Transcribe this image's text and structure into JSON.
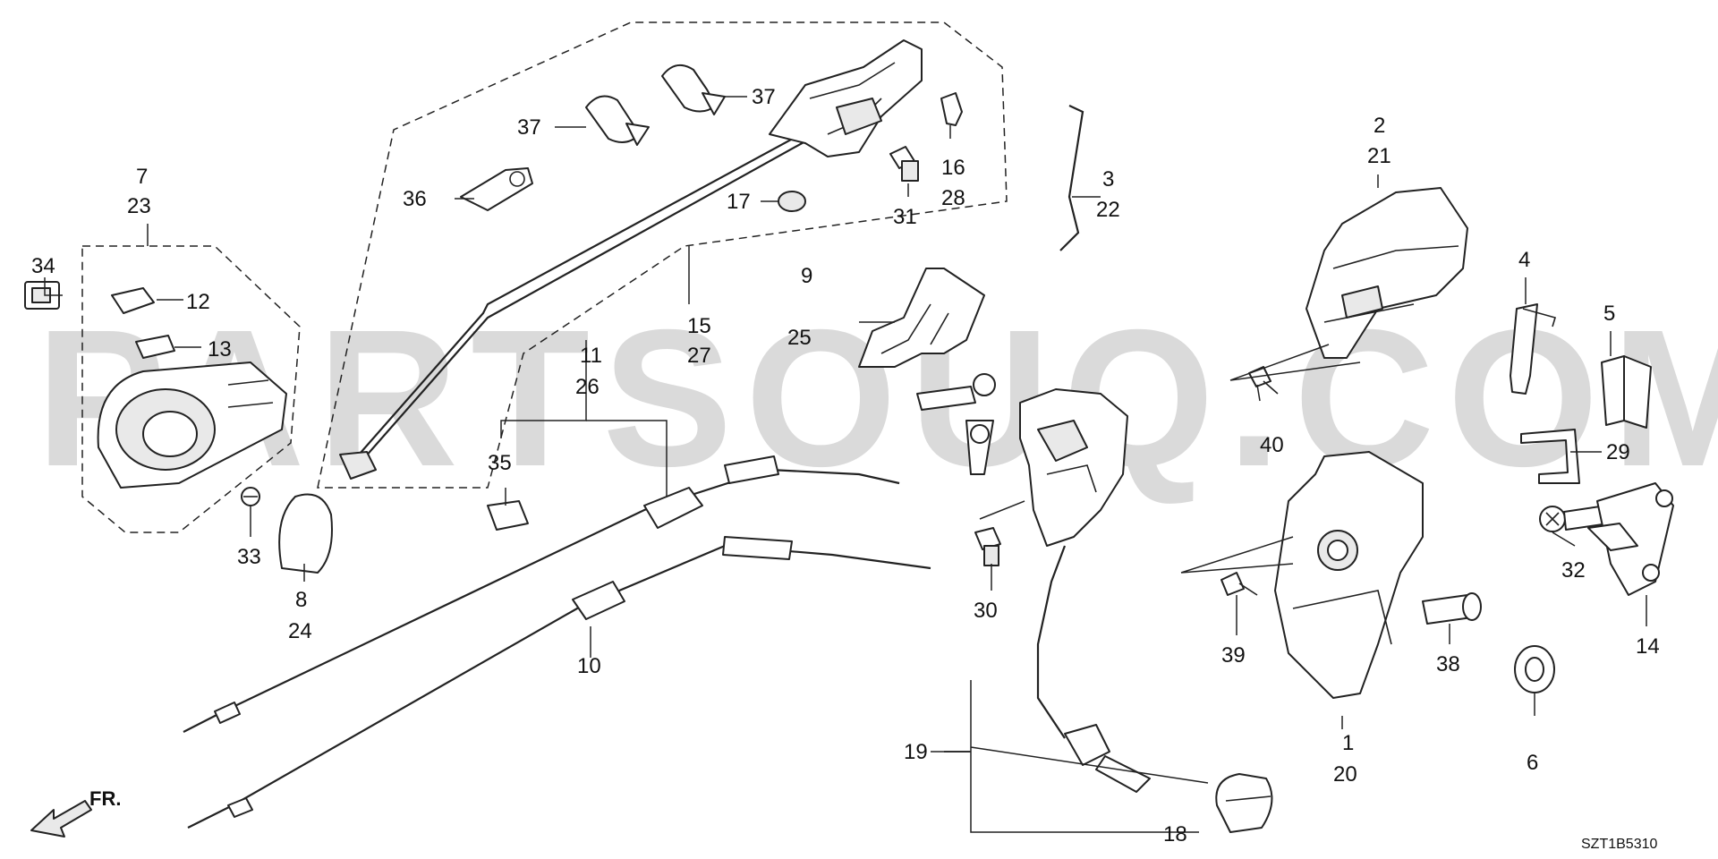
{
  "diagram": {
    "watermark": "PARTSOUQ.COM",
    "diagram_code": "SZT1B5310",
    "direction_label": "FR.",
    "callouts": {
      "c2_21": [
        "2",
        "21"
      ],
      "c3_22": [
        "3",
        "22"
      ],
      "c4": [
        "4"
      ],
      "c5": [
        "5"
      ],
      "c6": [
        "6"
      ],
      "c7_23": [
        "7",
        "23"
      ],
      "c8_24": [
        "8",
        "24"
      ],
      "c9_25": [
        "9",
        "25"
      ],
      "c10": [
        "10"
      ],
      "c11_26": [
        "11",
        "26"
      ],
      "c12": [
        "12"
      ],
      "c13": [
        "13"
      ],
      "c14": [
        "14"
      ],
      "c15_27": [
        "15",
        "27"
      ],
      "c16_28": [
        "16",
        "28"
      ],
      "c17": [
        "17"
      ],
      "c18": [
        "18"
      ],
      "c19": [
        "19"
      ],
      "c1_20": [
        "1",
        "20"
      ],
      "c29": [
        "29"
      ],
      "c30": [
        "30"
      ],
      "c31": [
        "31"
      ],
      "c32": [
        "32"
      ],
      "c33": [
        "33"
      ],
      "c34": [
        "34"
      ],
      "c35": [
        "35"
      ],
      "c36": [
        "36"
      ],
      "c37a": [
        "37"
      ],
      "c37b": [
        "37"
      ],
      "c38": [
        "38"
      ],
      "c39": [
        "39"
      ],
      "c40": [
        "40"
      ]
    }
  }
}
